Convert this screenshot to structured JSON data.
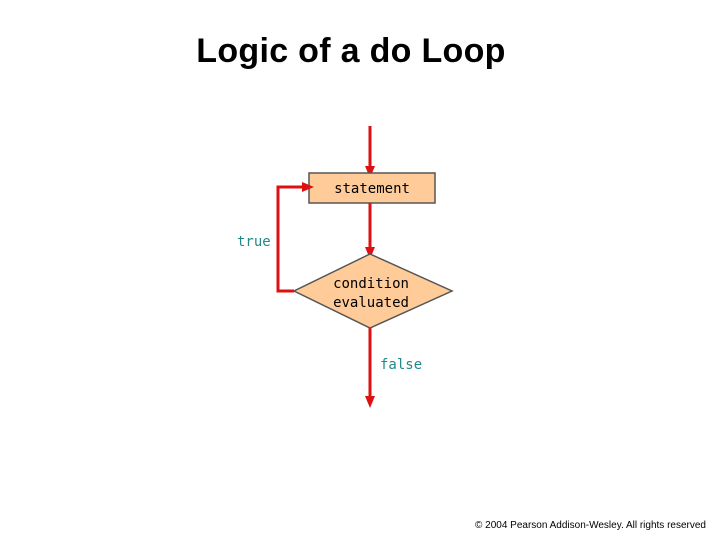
{
  "title": "Logic of a do Loop",
  "flowchart": {
    "statement_label": "statement",
    "condition_label_line1": "condition",
    "condition_label_line2": "evaluated",
    "true_label": "true",
    "false_label": "false"
  },
  "footer": "© 2004 Pearson Addison-Wesley. All rights reserved",
  "colors": {
    "arrow": "#dd1111",
    "node_fill": "#ffcc99",
    "node_stroke": "#555555",
    "label_teal": "#228888"
  }
}
